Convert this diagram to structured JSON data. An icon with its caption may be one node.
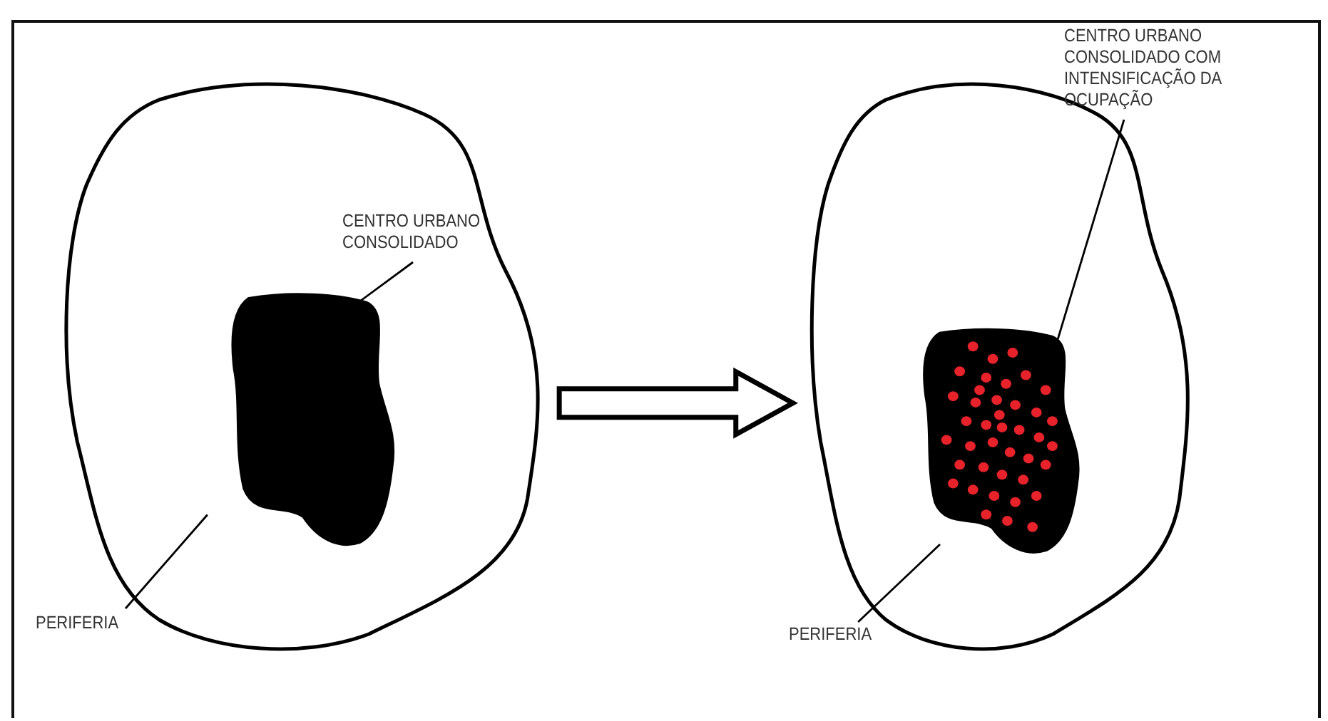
{
  "diagram": {
    "nodes": [
      {
        "text": [],
        "shape": "cloud"
      },
      {
        "text": [],
        "shape": "cloud",
        "in": 0
      },
      {
        "text": [
          "CENTRO URBANO CONSOLIDADO"
        ],
        "in": 0
      },
      {
        "text": [
          "PERIFERIA"
        ]
      },
      {
        "text": [],
        "shape": "cloud"
      },
      {
        "text": [],
        "shape": "cloud",
        "in": 4
      },
      {
        "text": [
          "CENTRO URBANO CONSOLIDADO COM INTENSIFICAÇÃO DA OCUPAÇÃO"
        ]
      },
      {
        "text": [
          "PERIFERIA"
        ]
      }
    ],
    "edges": [
      {
        "from": 2,
        "to": 1,
        "arrow": "none"
      },
      {
        "from": 3,
        "to": 0,
        "arrow": "none"
      },
      {
        "from": 0,
        "to": 4,
        "arrow": "to"
      },
      {
        "from": 6,
        "to": 5,
        "arrow": "none"
      },
      {
        "from": 7,
        "to": 4,
        "arrow": "none"
      }
    ]
  }
}
